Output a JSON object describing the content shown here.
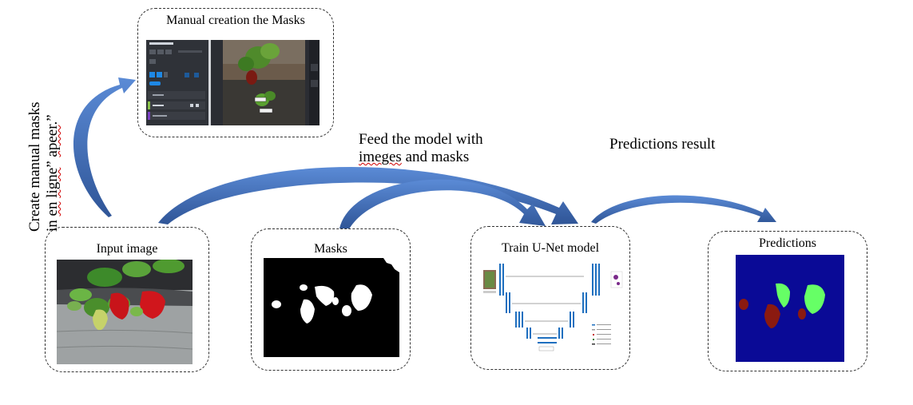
{
  "boxes": {
    "manual": {
      "title": "Manual creation the Masks"
    },
    "input": {
      "title": "Input image"
    },
    "masks": {
      "title": "Masks"
    },
    "train": {
      "title": "Train U-Net model"
    },
    "predictions": {
      "title": "Predictions"
    }
  },
  "annotations": {
    "create_masks_line1": "Create manual masks",
    "create_masks_line2_prefix": "in ",
    "create_masks_line2_word1": "en",
    "create_masks_line2_space": " ",
    "create_masks_line2_word2": "ligne",
    "create_masks_line2_suffix": "” ",
    "create_masks_line2_word3": "apeer",
    "create_masks_line2_end": ".”",
    "feed_line1": "Feed the model with",
    "feed_line2_word": "imeges",
    "feed_line2_rest": " and masks",
    "predictions_result": "Predictions result"
  },
  "colors": {
    "arrow": "#4472c4",
    "arrow_dark": "#2f5597",
    "prediction_background": "#0a0a96",
    "prediction_ripe": "#8b1a10",
    "prediction_unripe": "#66ff66",
    "tool_background": "#2b2d33"
  },
  "icons": [
    "arrow-icon"
  ]
}
